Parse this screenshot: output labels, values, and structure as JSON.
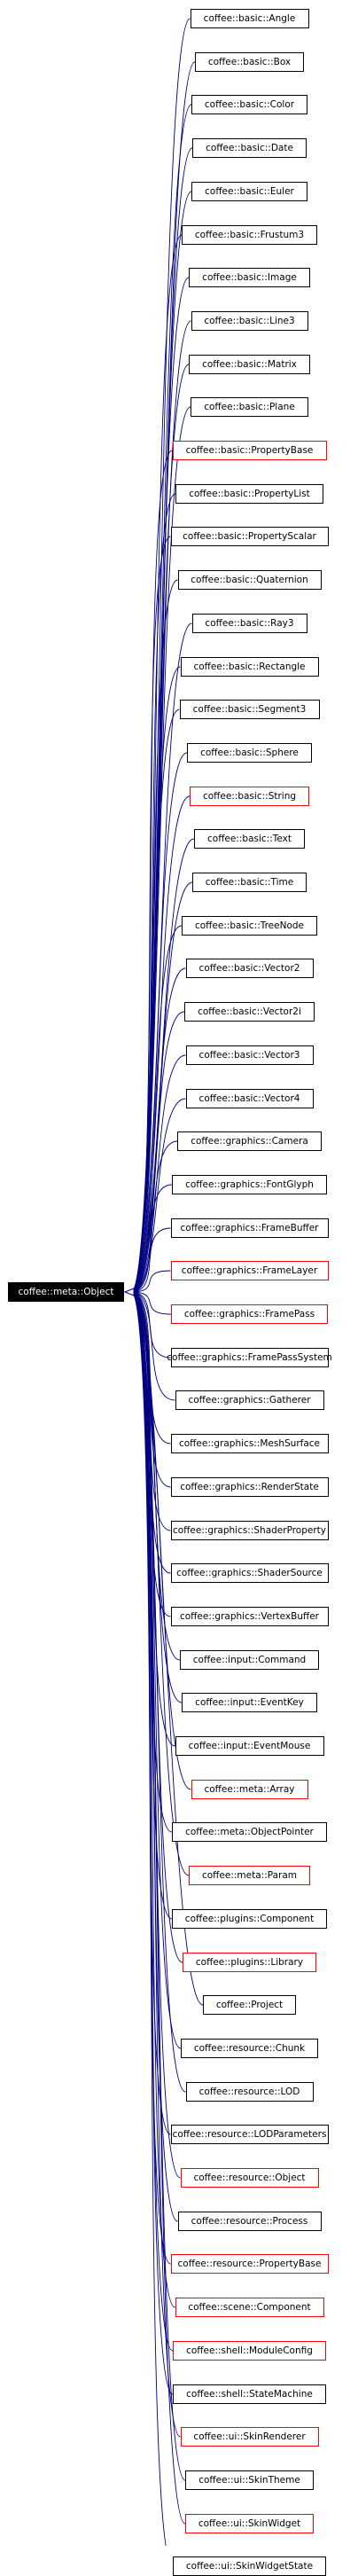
{
  "diagram": {
    "root": {
      "label": "coffee::meta::Object"
    },
    "edge_color": "#000080",
    "children": [
      {
        "label": "coffee::basic::Angle",
        "border": "black"
      },
      {
        "label": "coffee::basic::Box",
        "border": "black"
      },
      {
        "label": "coffee::basic::Color",
        "border": "black"
      },
      {
        "label": "coffee::basic::Date",
        "border": "black"
      },
      {
        "label": "coffee::basic::Euler",
        "border": "black"
      },
      {
        "label": "coffee::basic::Frustum3",
        "border": "black"
      },
      {
        "label": "coffee::basic::Image",
        "border": "black"
      },
      {
        "label": "coffee::basic::Line3",
        "border": "black"
      },
      {
        "label": "coffee::basic::Matrix",
        "border": "black"
      },
      {
        "label": "coffee::basic::Plane",
        "border": "black"
      },
      {
        "label": "coffee::basic::PropertyBase",
        "border": "red"
      },
      {
        "label": "coffee::basic::PropertyList",
        "border": "black"
      },
      {
        "label": "coffee::basic::PropertyScalar",
        "border": "black"
      },
      {
        "label": "coffee::basic::Quaternion",
        "border": "black"
      },
      {
        "label": "coffee::basic::Ray3",
        "border": "black"
      },
      {
        "label": "coffee::basic::Rectangle",
        "border": "black"
      },
      {
        "label": "coffee::basic::Segment3",
        "border": "black"
      },
      {
        "label": "coffee::basic::Sphere",
        "border": "black"
      },
      {
        "label": "coffee::basic::String",
        "border": "red"
      },
      {
        "label": "coffee::basic::Text",
        "border": "black"
      },
      {
        "label": "coffee::basic::Time",
        "border": "black"
      },
      {
        "label": "coffee::basic::TreeNode",
        "border": "black"
      },
      {
        "label": "coffee::basic::Vector2",
        "border": "black"
      },
      {
        "label": "coffee::basic::Vector2i",
        "border": "black"
      },
      {
        "label": "coffee::basic::Vector3",
        "border": "black"
      },
      {
        "label": "coffee::basic::Vector4",
        "border": "black"
      },
      {
        "label": "coffee::graphics::Camera",
        "border": "black"
      },
      {
        "label": "coffee::graphics::FontGlyph",
        "border": "black"
      },
      {
        "label": "coffee::graphics::FrameBuffer",
        "border": "black"
      },
      {
        "label": "coffee::graphics::FrameLayer",
        "border": "red"
      },
      {
        "label": "coffee::graphics::FramePass",
        "border": "red"
      },
      {
        "label": "coffee::graphics::FramePassSystem",
        "border": "black"
      },
      {
        "label": "coffee::graphics::Gatherer",
        "border": "black"
      },
      {
        "label": "coffee::graphics::MeshSurface",
        "border": "black"
      },
      {
        "label": "coffee::graphics::RenderState",
        "border": "black"
      },
      {
        "label": "coffee::graphics::ShaderProperty",
        "border": "black"
      },
      {
        "label": "coffee::graphics::ShaderSource",
        "border": "black"
      },
      {
        "label": "coffee::graphics::VertexBuffer",
        "border": "black"
      },
      {
        "label": "coffee::input::Command",
        "border": "black"
      },
      {
        "label": "coffee::input::EventKey",
        "border": "black"
      },
      {
        "label": "coffee::input::EventMouse",
        "border": "black"
      },
      {
        "label": "coffee::meta::Array",
        "border": "red"
      },
      {
        "label": "coffee::meta::ObjectPointer",
        "border": "black"
      },
      {
        "label": "coffee::meta::Param",
        "border": "red"
      },
      {
        "label": "coffee::plugins::Component",
        "border": "black"
      },
      {
        "label": "coffee::plugins::Library",
        "border": "red"
      },
      {
        "label": "coffee::Project",
        "border": "black"
      },
      {
        "label": "coffee::resource::Chunk",
        "border": "black"
      },
      {
        "label": "coffee::resource::LOD",
        "border": "black"
      },
      {
        "label": "coffee::resource::LODParameters",
        "border": "black"
      },
      {
        "label": "coffee::resource::Object",
        "border": "red"
      },
      {
        "label": "coffee::resource::Process",
        "border": "black"
      },
      {
        "label": "coffee::resource::PropertyBase",
        "border": "red"
      },
      {
        "label": "coffee::scene::Component",
        "border": "red"
      },
      {
        "label": "coffee::shell::ModuleConfig",
        "border": "red"
      },
      {
        "label": "coffee::shell::StateMachine",
        "border": "black"
      },
      {
        "label": "coffee::ui::SkinRenderer",
        "border": "red"
      },
      {
        "label": "coffee::ui::SkinTheme",
        "border": "black"
      },
      {
        "label": "coffee::ui::SkinWidget",
        "border": "red"
      },
      {
        "label": "coffee::ui::SkinWidgetState",
        "border": "black"
      }
    ]
  }
}
